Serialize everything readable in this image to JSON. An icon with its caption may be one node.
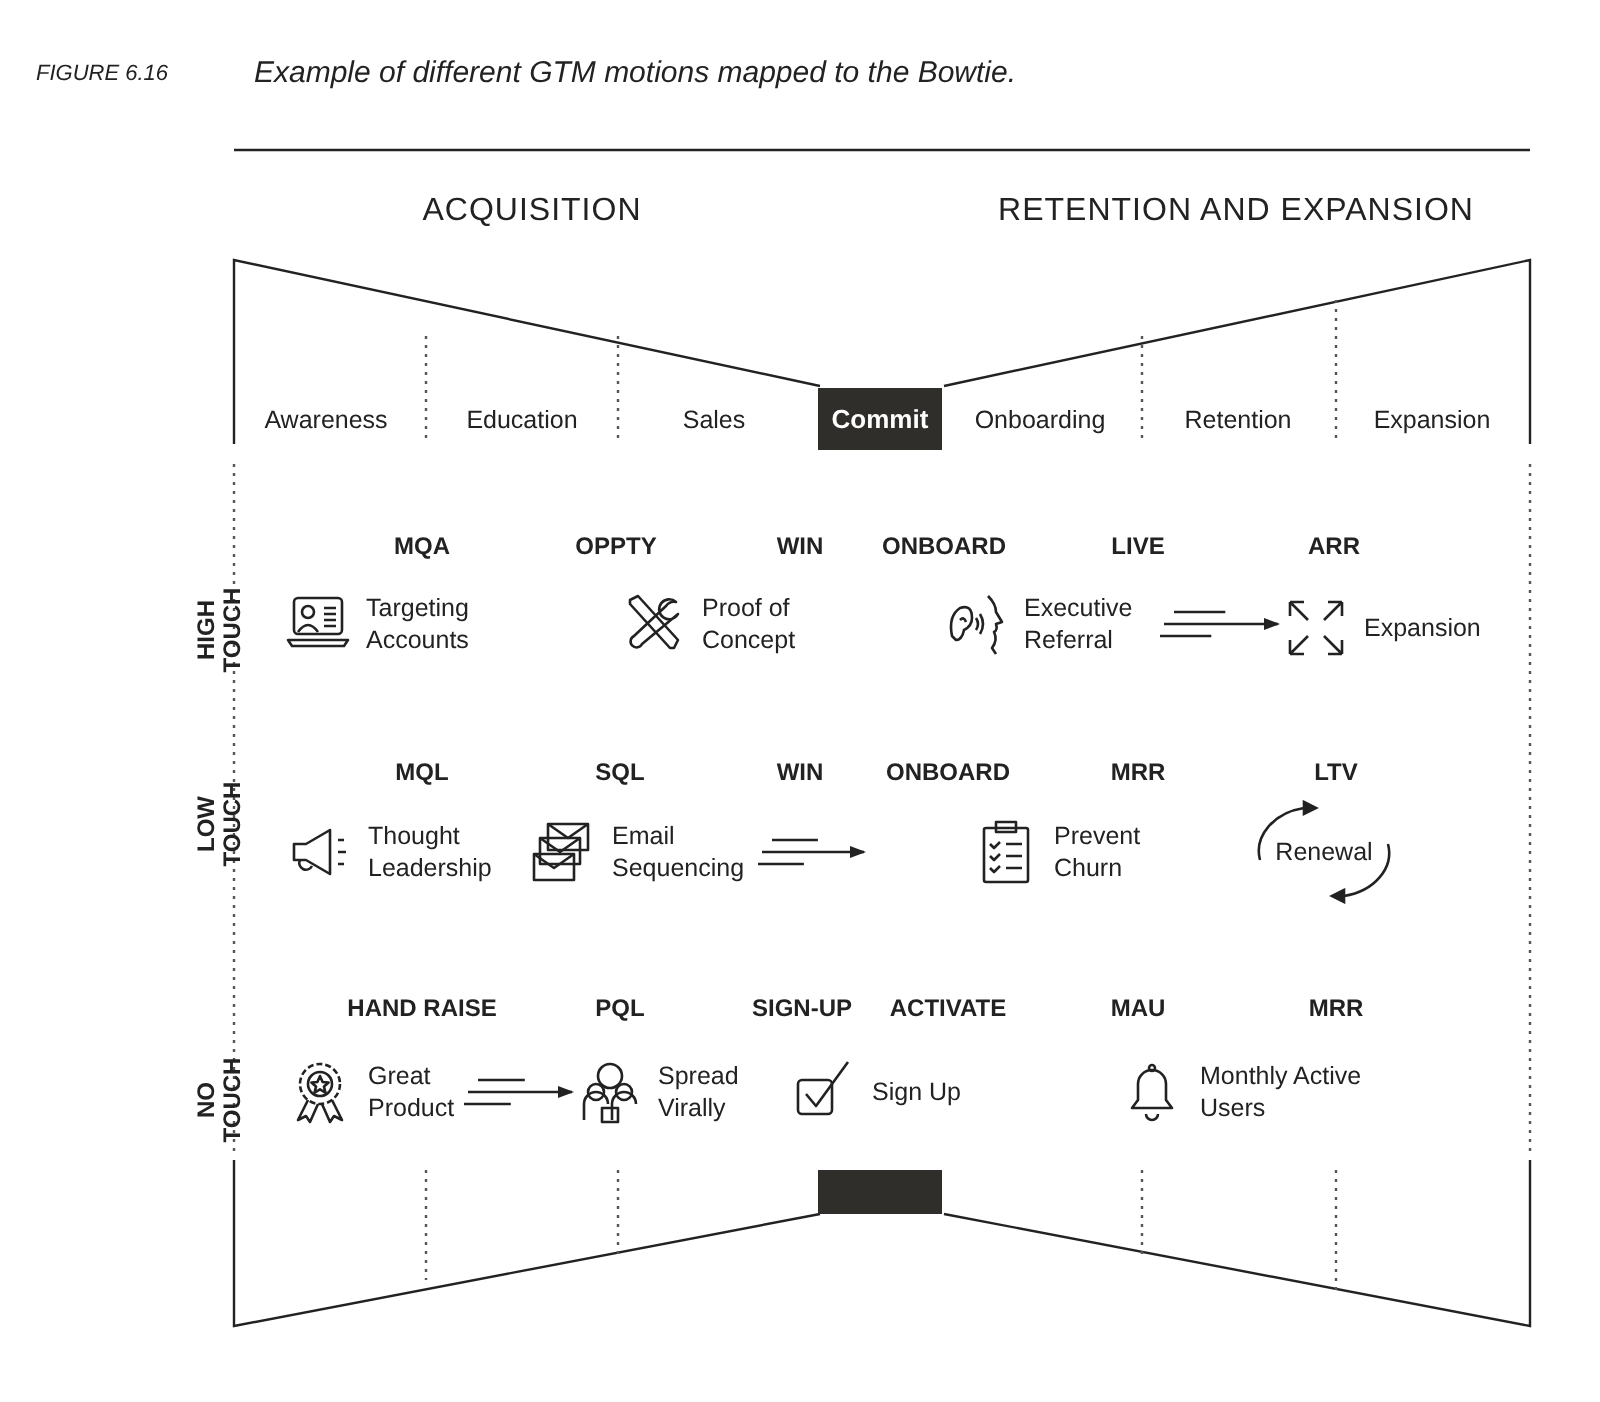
{
  "diagram": {
    "title": "Example of different GTM motions mapped to the Bowtie.",
    "nodes": [
      {
        "text": [
          "Commit"
        ]
      },
      {
        "text": [
          "Targeting Accounts"
        ]
      },
      {
        "text": [
          "Proof of Concept"
        ]
      },
      {
        "text": [
          "Executive Referral"
        ]
      },
      {
        "text": [
          "Expansion"
        ]
      },
      {
        "text": [
          "Thought Leadership"
        ]
      },
      {
        "text": [
          "Email Sequencing"
        ]
      },
      {
        "text": [
          "Prevent Churn"
        ]
      },
      {
        "text": [
          "Renewal"
        ]
      },
      {
        "text": [
          "Great Product"
        ]
      },
      {
        "text": [
          "Spread Virally"
        ]
      },
      {
        "text": [
          "Sign Up"
        ]
      },
      {
        "text": [
          "Monthly Active Users"
        ]
      },
      {
        "text": [],
        "shape": "box"
      }
    ],
    "edges": [
      {
        "from": 3,
        "to": 4,
        "arrow": "to"
      },
      {
        "from": 6,
        "to": null,
        "arrow": "to"
      },
      {
        "from": 9,
        "to": 10,
        "arrow": "to"
      }
    ],
    "labels": [
      "FIGURE 6.16",
      "ACQUISITION",
      "RETENTION AND EXPANSION",
      "Awareness",
      "Education",
      "Sales",
      "Onboarding",
      "Retention",
      "Expansion",
      "HIGH TOUCH",
      "MQA",
      "OPPTY",
      "WIN",
      "ONBOARD",
      "LIVE",
      "ARR",
      "LOW TOUCH",
      "MQL",
      "SQL",
      "WIN",
      "ONBOARD",
      "MRR",
      "LTV",
      "NO TOUCH",
      "HAND RAISE",
      "PQL",
      "SIGN-UP",
      "ACTIVATE",
      "MAU",
      "MRR"
    ]
  }
}
